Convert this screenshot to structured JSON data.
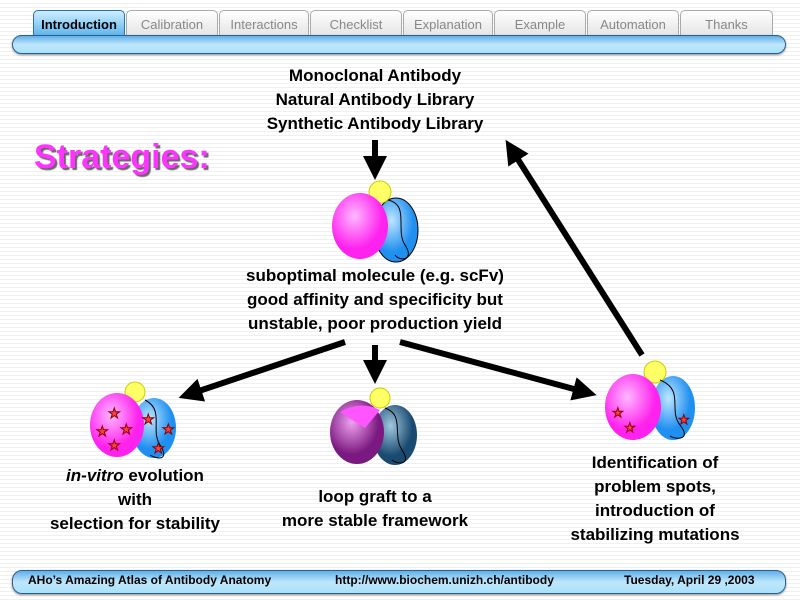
{
  "tabs": [
    "Introduction",
    "Calibration",
    "Interactions",
    "Checklist",
    "Explanation",
    "Example",
    "Automation",
    "Thanks"
  ],
  "active_tab": "Introduction",
  "slide": {
    "title": "Strategies:",
    "sources": [
      "Monoclonal Antibody",
      "Natural Antibody Library",
      "Synthetic Antibody Library"
    ],
    "center": [
      "suboptimal molecule (e.g. scFv)",
      "good  affinity and specificity but",
      "unstable, poor production yield"
    ],
    "left": {
      "italic": "in-vitro",
      "rest": " evolution",
      "line2": "with",
      "line3": "selection for stability"
    },
    "middle": [
      "loop graft to a",
      "more stable framework"
    ],
    "right": [
      "Identification of",
      "problem spots,",
      "introduction of",
      "stabilizing mutations"
    ]
  },
  "footer": {
    "left": "AHo’s Amazing Atlas of Antibody Anatomy",
    "center": "http://www.biochem.unizh.ch/antibody",
    "right": "Tuesday, April 29 ,2003"
  },
  "colors": {
    "pink": "#ff33ff",
    "blue": "#3aa0f0",
    "accent": "#5ab4ee"
  }
}
